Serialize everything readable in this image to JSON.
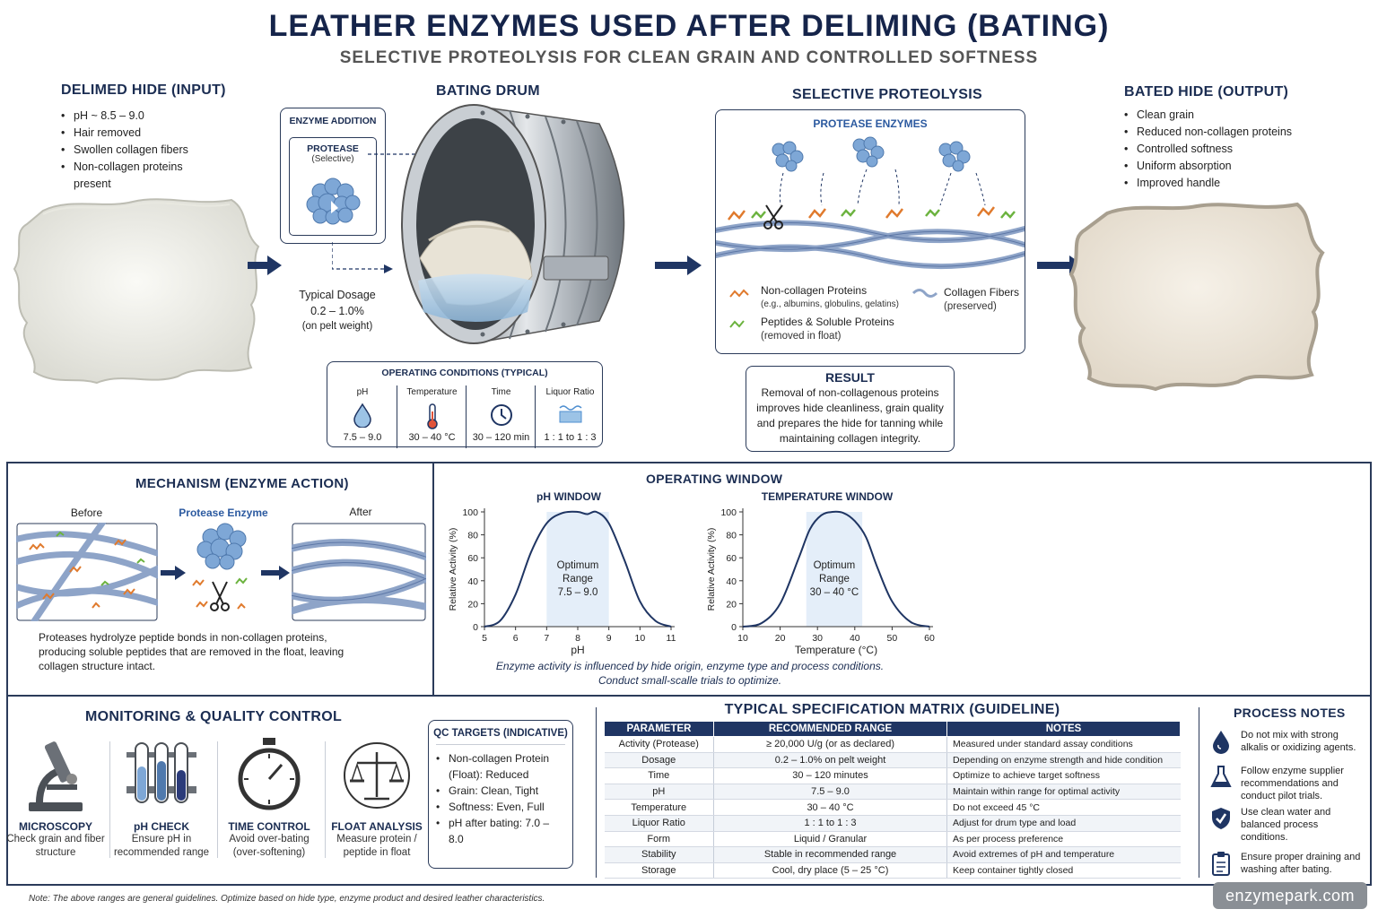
{
  "header": {
    "title": "LEATHER ENZYMES USED AFTER DELIMING (BATING)",
    "subtitle": "SELECTIVE PROTEOLYSIS FOR CLEAN GRAIN AND CONTROLLED SOFTNESS"
  },
  "input": {
    "title": "DELIMED HIDE (INPUT)",
    "items": [
      "pH ~ 8.5 – 9.0",
      "Hair removed",
      "Swollen collagen fibers",
      "Non-collagen proteins present"
    ]
  },
  "drum": {
    "title": "BATING DRUM",
    "enzyme_addition": "ENZYME ADDITION",
    "protease": "PROTEASE",
    "selective": "(Selective)",
    "dosage_label": "Typical Dosage",
    "dosage_value": "0.2 – 1.0%",
    "dosage_note": "(on pelt weight)"
  },
  "conditions": {
    "title": "OPERATING CONDITIONS (TYPICAL)",
    "cells": [
      {
        "label": "pH",
        "value": "7.5 – 9.0",
        "icon": "droplet-icon"
      },
      {
        "label": "Temperature",
        "value": "30 – 40 °C",
        "icon": "thermometer-icon"
      },
      {
        "label": "Time",
        "value": "30 – 120 min",
        "icon": "clock-icon"
      },
      {
        "label": "Liquor Ratio",
        "value": "1 : 1 to 1 : 3",
        "icon": "water-icon"
      }
    ]
  },
  "proteolysis": {
    "title": "SELECTIVE PROTEOLYSIS",
    "enzymes_label": "PROTEASE ENZYMES",
    "legend_noncollagen": "Non-collagen Proteins",
    "legend_noncollagen_eg": "(e.g., albumins, globulins, gelatins)",
    "legend_collagen": "Collagen Fibers",
    "legend_collagen_note": "(preserved)",
    "legend_peptides": "Peptides & Soluble Proteins",
    "legend_peptides_note": "(removed in float)"
  },
  "result": {
    "title": "RESULT",
    "text": "Removal of non-collagenous proteins improves hide cleanliness, grain quality and prepares the hide for tanning while maintaining collagen integrity."
  },
  "output": {
    "title": "BATED HIDE",
    "title_suffix": "(OUTPUT)",
    "items": [
      "Clean grain",
      "Reduced non-collagen proteins",
      "Controlled softness",
      "Uniform absorption",
      "Improved handle"
    ]
  },
  "mechanism": {
    "title": "MECHANISM  (ENZYME ACTION)",
    "before": "Before",
    "enzyme": "Protease Enzyme",
    "after": "After",
    "text": "Proteases hydrolyze peptide bonds in non-collagen proteins, producing soluble peptides that are removed in the float, leaving collagen structure intact."
  },
  "operating_window": {
    "title": "OPERATING WINDOW",
    "note1": "Enzyme activity is influenced by hide origin, enzyme type and process conditions.",
    "note2": "Conduct small-scalle trials to optimize."
  },
  "chart_data": [
    {
      "type": "line",
      "title": "pH WINDOW",
      "xlabel": "pH",
      "ylabel": "Relative Activity (%)",
      "xlim": [
        5,
        11
      ],
      "ylim": [
        0,
        100
      ],
      "xticks": [
        5,
        6,
        7,
        8,
        9,
        10,
        11
      ],
      "yticks": [
        0,
        20,
        40,
        60,
        80,
        100
      ],
      "x": [
        5.0,
        5.5,
        6.0,
        6.5,
        7.0,
        7.5,
        8.0,
        8.3,
        8.6,
        9.0,
        9.5,
        10.0,
        10.5,
        11.0
      ],
      "y": [
        0,
        5,
        28,
        65,
        90,
        99,
        100,
        98,
        100,
        90,
        58,
        22,
        5,
        0
      ],
      "optimum_label": [
        "Optimum",
        "Range",
        "7.5 – 9.0"
      ],
      "optimum_range": [
        7.0,
        9.0
      ]
    },
    {
      "type": "line",
      "title": "TEMPERATURE WINDOW",
      "xlabel": "Temperature (°C)",
      "ylabel": "Relative Activity (%)",
      "xlim": [
        10,
        60
      ],
      "ylim": [
        0,
        100
      ],
      "xticks": [
        10,
        20,
        30,
        40,
        50,
        60
      ],
      "yticks": [
        0,
        20,
        40,
        60,
        80,
        100
      ],
      "x": [
        10,
        15,
        20,
        25,
        28,
        31,
        34,
        37,
        40,
        43,
        46,
        50,
        55,
        60
      ],
      "y": [
        0,
        3,
        20,
        60,
        85,
        97,
        100,
        99,
        92,
        78,
        52,
        22,
        4,
        0
      ],
      "optimum_label": [
        "Optimum",
        "Range",
        "30 – 40 °C"
      ],
      "optimum_range": [
        27,
        42
      ]
    }
  ],
  "monitoring": {
    "title": "MONITORING & QUALITY  CONTROL",
    "items": [
      {
        "title": "MICROSCOPY",
        "desc": "Check grain and fiber structure",
        "icon": "microscope-icon"
      },
      {
        "title": "pH CHECK",
        "desc": "Ensure pH in recommended range",
        "icon": "test-tubes-icon"
      },
      {
        "title": "TIME CONTROL",
        "desc": "Avoid over-bating (over-softening)",
        "icon": "stopwatch-icon"
      },
      {
        "title": "FLOAT ANALYSIS",
        "desc": "Measure protein / peptide in float",
        "icon": "balance-icon"
      }
    ]
  },
  "qc": {
    "title": "QC TARGETS (INDICATIVE)",
    "items": [
      "Non-collagen Protein (Float): Reduced",
      "Grain: Clean, Tight",
      "Softness: Even, Full",
      "pH after bating: 7.0 – 8.0"
    ]
  },
  "spec": {
    "title": "TYPICAL  SPECIFICATION MATRIX (GUIDELINE)",
    "headers": [
      "PARAMETER",
      "RECOMMENDED RANGE",
      "NOTES"
    ],
    "rows": [
      [
        "Activity (Protease)",
        "≥ 20,000 U/g (or as declared)",
        "Measured under standard assay conditions"
      ],
      [
        "Dosage",
        "0.2 – 1.0% on pelt weight",
        "Depending on enzyme strength and hide condition"
      ],
      [
        "Time",
        "30 – 120 minutes",
        "Optimize to achieve target softness"
      ],
      [
        "pH",
        "7.5 – 9.0",
        "Maintain within range for optimal activity"
      ],
      [
        "Temperature",
        "30 – 40 °C",
        "Do not exceed 45 °C"
      ],
      [
        "Liquor Ratio",
        "1 : 1 to 1 : 3",
        "Adjust for drum type and load"
      ],
      [
        "Form",
        "Liquid / Granular",
        "As per process preference"
      ],
      [
        "Stability",
        "Stable in recommended range",
        "Avoid extremes of pH and temperature"
      ],
      [
        "Storage",
        "Cool, dry place (5 – 25 °C)",
        "Keep container tightly closed"
      ]
    ]
  },
  "process_notes": {
    "title": "PROCESS NOTES",
    "items": [
      {
        "text": "Do not mix with strong alkalis or oxidizing agents.",
        "icon": "droplet-icon"
      },
      {
        "text": "Follow enzyme supplier recommendations and conduct pilot trials.",
        "icon": "flask-icon"
      },
      {
        "text": "Use clean water and balanced process conditions.",
        "icon": "shield-check-icon"
      },
      {
        "text": "Ensure proper draining and washing after bating.",
        "icon": "clipboard-icon"
      }
    ]
  },
  "footer": {
    "note": "Note:  The above ranges are general guidelines.  Optimize based on hide type, enzyme product and desired leather characteristics.",
    "watermark": "enzymepark.com"
  },
  "colors": {
    "navy": "#1b2d52",
    "header_navy": "#1f3563",
    "enzyme_blue": "#7ea7d6",
    "collagen_blue": "#8ea4c8",
    "optimum_fill": "#e4eef9",
    "curve": "#1f3563"
  }
}
